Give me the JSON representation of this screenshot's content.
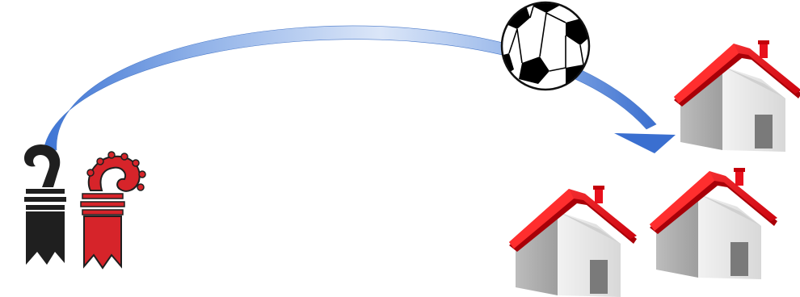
{
  "scene": {
    "background": "#ffffff",
    "arrow": {
      "from": "basel-crosiers",
      "to": "houses",
      "color_light": "#a9c4ee",
      "color_dark": "#3b6fcf"
    },
    "crosiers": [
      {
        "name": "basel-stadt-crosier",
        "color": "#222222"
      },
      {
        "name": "basel-landschaft-crosier",
        "color": "#d6242a"
      }
    ],
    "ball": {
      "icon": "soccer-ball-icon",
      "colors": [
        "#ffffff",
        "#000000"
      ]
    },
    "houses": [
      {
        "icon": "house-icon",
        "roof_color": "#e8101c",
        "wall_color": "#e4e4e4",
        "door_color": "#7a7a7a"
      },
      {
        "icon": "house-icon",
        "roof_color": "#e8101c",
        "wall_color": "#e4e4e4",
        "door_color": "#7a7a7a"
      },
      {
        "icon": "house-icon",
        "roof_color": "#e8101c",
        "wall_color": "#e4e4e4",
        "door_color": "#7a7a7a"
      }
    ]
  }
}
